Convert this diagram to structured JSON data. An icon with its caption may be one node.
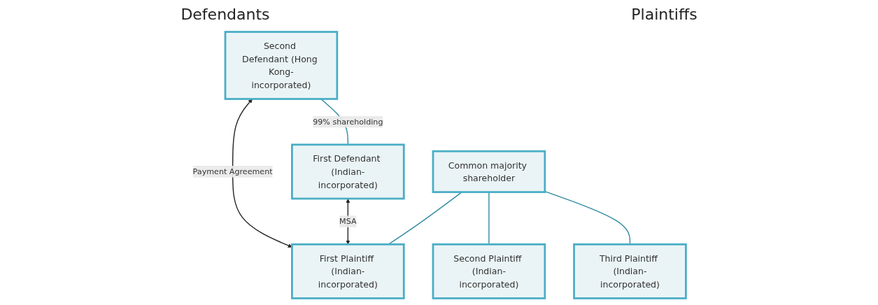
{
  "diagram": {
    "nodes": [
      {
        "text": [
          "Second Defendant (Hong Kong-incorporated)"
        ]
      },
      {
        "text": [
          "First Defendant (Indian-incorporated)"
        ]
      },
      {
        "text": [
          "Common majority shareholder"
        ]
      },
      {
        "text": [
          "First Plaintiff (Indian-incorporated)"
        ]
      },
      {
        "text": [
          "Second Plaintiff (Indian-incorporated)"
        ]
      },
      {
        "text": [
          "Third Plaintiff (Indian-incorporated)"
        ]
      }
    ],
    "edges": [
      {
        "from": 0,
        "to": 1,
        "arrow": "none",
        "label": "99% shareholding"
      },
      {
        "from": 0,
        "to": 3,
        "arrow": "both",
        "label": "Payment Agreement",
        "color": "#222222"
      },
      {
        "from": 1,
        "to": 3,
        "arrow": "both",
        "label": "MSA",
        "color": "#222222"
      },
      {
        "from": 2,
        "to": 3,
        "arrow": "none"
      },
      {
        "from": 2,
        "to": 4,
        "arrow": "none"
      },
      {
        "from": 2,
        "to": 5,
        "arrow": "none"
      }
    ],
    "labels": [
      "Defendants",
      "Plaintiffs"
    ]
  }
}
